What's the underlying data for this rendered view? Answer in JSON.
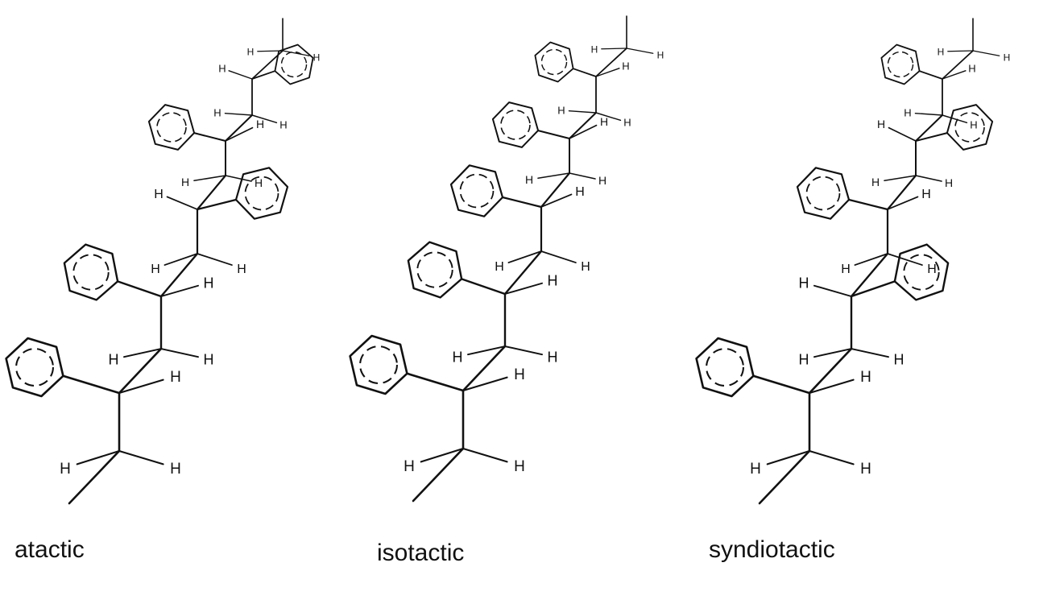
{
  "atom_label": "H",
  "structures": [
    {
      "caption": "atactic",
      "phenyl_sides": [
        "left",
        "left",
        "right",
        "left",
        "right"
      ]
    },
    {
      "caption": "isotactic",
      "phenyl_sides": [
        "left",
        "left",
        "left",
        "left",
        "left"
      ]
    },
    {
      "caption": "syndiotactic",
      "phenyl_sides": [
        "left",
        "right",
        "left",
        "right",
        "left"
      ]
    }
  ],
  "colors": {
    "line": "#111111",
    "background": "#ffffff"
  }
}
